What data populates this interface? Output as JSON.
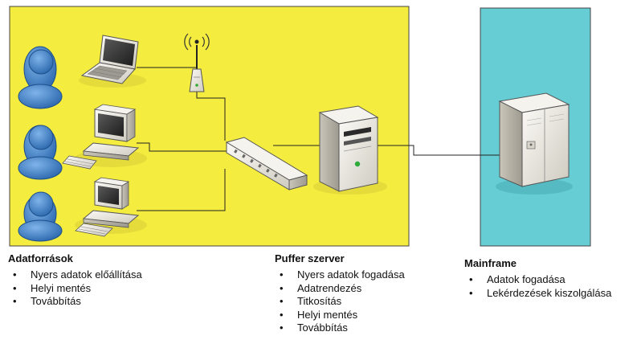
{
  "colors": {
    "data_zone": "#f4ec3e",
    "mainframe_zone": "#66cdd4",
    "person": "#3c7fc6",
    "device": "#ece9e2",
    "line": "#222222"
  },
  "icons": {
    "users": [
      "user-icon",
      "user-icon",
      "user-icon"
    ],
    "sources": [
      "laptop-icon",
      "desktop-computer-icon",
      "desktop-computer-icon"
    ],
    "network": [
      "wireless-access-point-icon",
      "network-switch-icon"
    ],
    "buffer": "server-tower-icon",
    "mainframe": "mainframe-icon"
  },
  "captions": {
    "left": {
      "title": "Adatforrások",
      "items": [
        "Nyers adatok előállítása",
        "Helyi mentés",
        "Továbbítás"
      ]
    },
    "middle": {
      "title": "Puffer szerver",
      "items": [
        "Nyers adatok fogadása",
        "Adatrendezés",
        "Titkosítás",
        "Helyi mentés",
        "Továbbítás"
      ]
    },
    "right": {
      "title": "Mainframe",
      "items": [
        "Adatok fogadása",
        "Lekérdezések kiszolgálása"
      ]
    }
  }
}
